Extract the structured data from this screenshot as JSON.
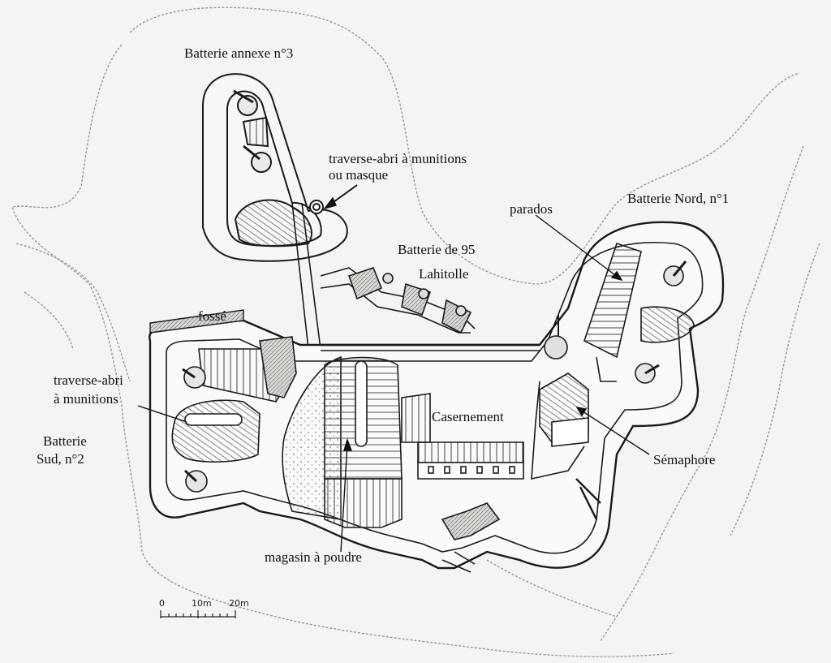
{
  "labels": {
    "batterie_annexe": "Batterie annexe n°3",
    "traverse_masque_1": "traverse-abri à munitions",
    "traverse_masque_2": "ou masque",
    "parados": "parados",
    "batterie_nord": "Batterie Nord, n°1",
    "batterie_95_1": "Batterie  de 95",
    "batterie_95_2": "Lahitolle",
    "fosse": "fossé",
    "traverse_sud_1": "traverse-abri",
    "traverse_sud_2": "à munitions",
    "batterie_sud_1": "Batterie",
    "batterie_sud_2": "Sud, n°2",
    "casernement": "Casernement",
    "semaphore": "Sémaphore",
    "magasin": "magasin à poudre"
  },
  "scale": {
    "t0": "0",
    "t1": "10m",
    "t2": "20m"
  },
  "colors": {
    "ink": "#1a1a1a",
    "paper": "#f4f4f2",
    "hatch": "#555555",
    "terrain": "#9a9a9a"
  }
}
